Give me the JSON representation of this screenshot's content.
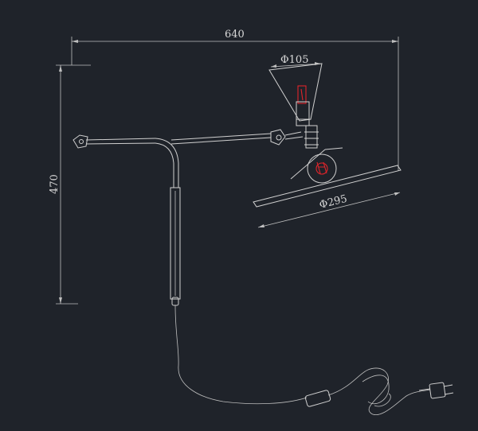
{
  "dimensions": {
    "width_label": "640",
    "top_diameter_label": "Φ105",
    "height_label": "470",
    "shade_diameter_label": "Φ295"
  },
  "colors": {
    "background": "#1f232a",
    "line": "#d0d0d0",
    "bulb": "#e0242a"
  }
}
